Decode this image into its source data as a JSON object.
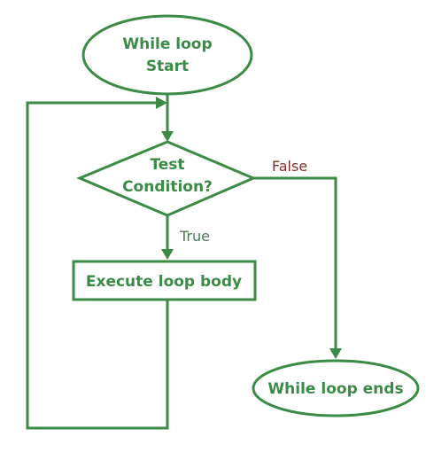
{
  "nodes": {
    "start": {
      "line1": "While loop",
      "line2": "Start"
    },
    "condition": {
      "line1": "Test",
      "line2": "Condition?"
    },
    "body": {
      "label": "Execute loop body"
    },
    "end": {
      "label": "While loop ends"
    }
  },
  "edges": {
    "true_label": "True",
    "false_label": "False"
  },
  "colors": {
    "primary": "#3b8a45",
    "false_label": "#8b2b2b",
    "true_label": "#4a7a50"
  }
}
